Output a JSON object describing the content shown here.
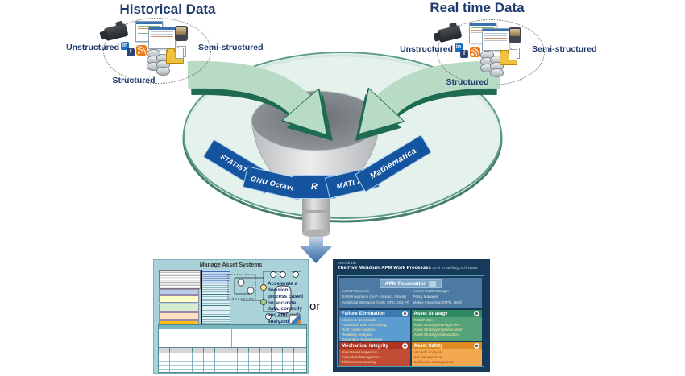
{
  "historical": {
    "title": "Historical Data",
    "unstructured": "Unstructured",
    "semi_structured": "Semi-structured",
    "structured": "Structured"
  },
  "realtime": {
    "title": "Real time Data",
    "unstructured": "Unstructured",
    "semi_structured": "Semi-structured",
    "structured": "Structured"
  },
  "funnel": {
    "tools": [
      "STATISTICA",
      "GNU Octave",
      "R",
      "MATLAB",
      "Mathematica"
    ]
  },
  "connector": {
    "or_label": "or"
  },
  "asset_systems": {
    "title": "Manage Asset Systems",
    "annotation": "Accelerate a decision process based on accurate data, correctly and efficiently analyzed"
  },
  "meridium": {
    "logo": "meridium",
    "title_bold": "The Five Meridium APM Work Processes",
    "title_tail": " and enabling software",
    "foundation": {
      "title": "APM Foundation",
      "left": [
        "APM Framework",
        "EAM Integration (SAP, Maximo, Oracle)",
        "Analytical Interfaces (AMS, OPC, OSI-PI)"
      ],
      "right": [
        "Asset Health Manager",
        "Policy Manager",
        "Mobile Inspection (OPR, LMS)"
      ]
    },
    "quadrants": [
      {
        "title": "Failure Elimination",
        "items": [
          "Metrics & Scorecards",
          "Production Loss Accounting",
          "Root Cause Analysis",
          "Reliability Analytics",
          "Generation Management"
        ]
      },
      {
        "title": "Asset Strategy",
        "items": [
          "RCM/FMEA",
          "Asset Strategy Management",
          "Asset Strategy Implementation",
          "Asset Strategy Optimization"
        ]
      },
      {
        "title": "Mechanical Integrity",
        "items": [
          "Risk Based Inspection",
          "Inspection Management",
          "Thickness Monitoring"
        ]
      },
      {
        "title": "Asset Safety",
        "items": [
          "Hazards Analysis",
          "SIS Management",
          "Calibration Management"
        ]
      }
    ]
  },
  "colors": {
    "title_navy": "#1e3a6e",
    "tool_label_blue": "#15549f",
    "arrow_light_green": "#b7dbc4",
    "arrow_dark_green": "#1e6b52",
    "disc_fill": "#e3f0e9",
    "disc_rim": "#5f9e86",
    "meridium_bg": "#17395a",
    "failure_elimination": "#5b9cd1",
    "asset_strategy": "#54a37a",
    "mechanical_integrity": "#c14b33",
    "asset_safety": "#f2a950",
    "asset_systems_bg": "#a9d2d9"
  }
}
